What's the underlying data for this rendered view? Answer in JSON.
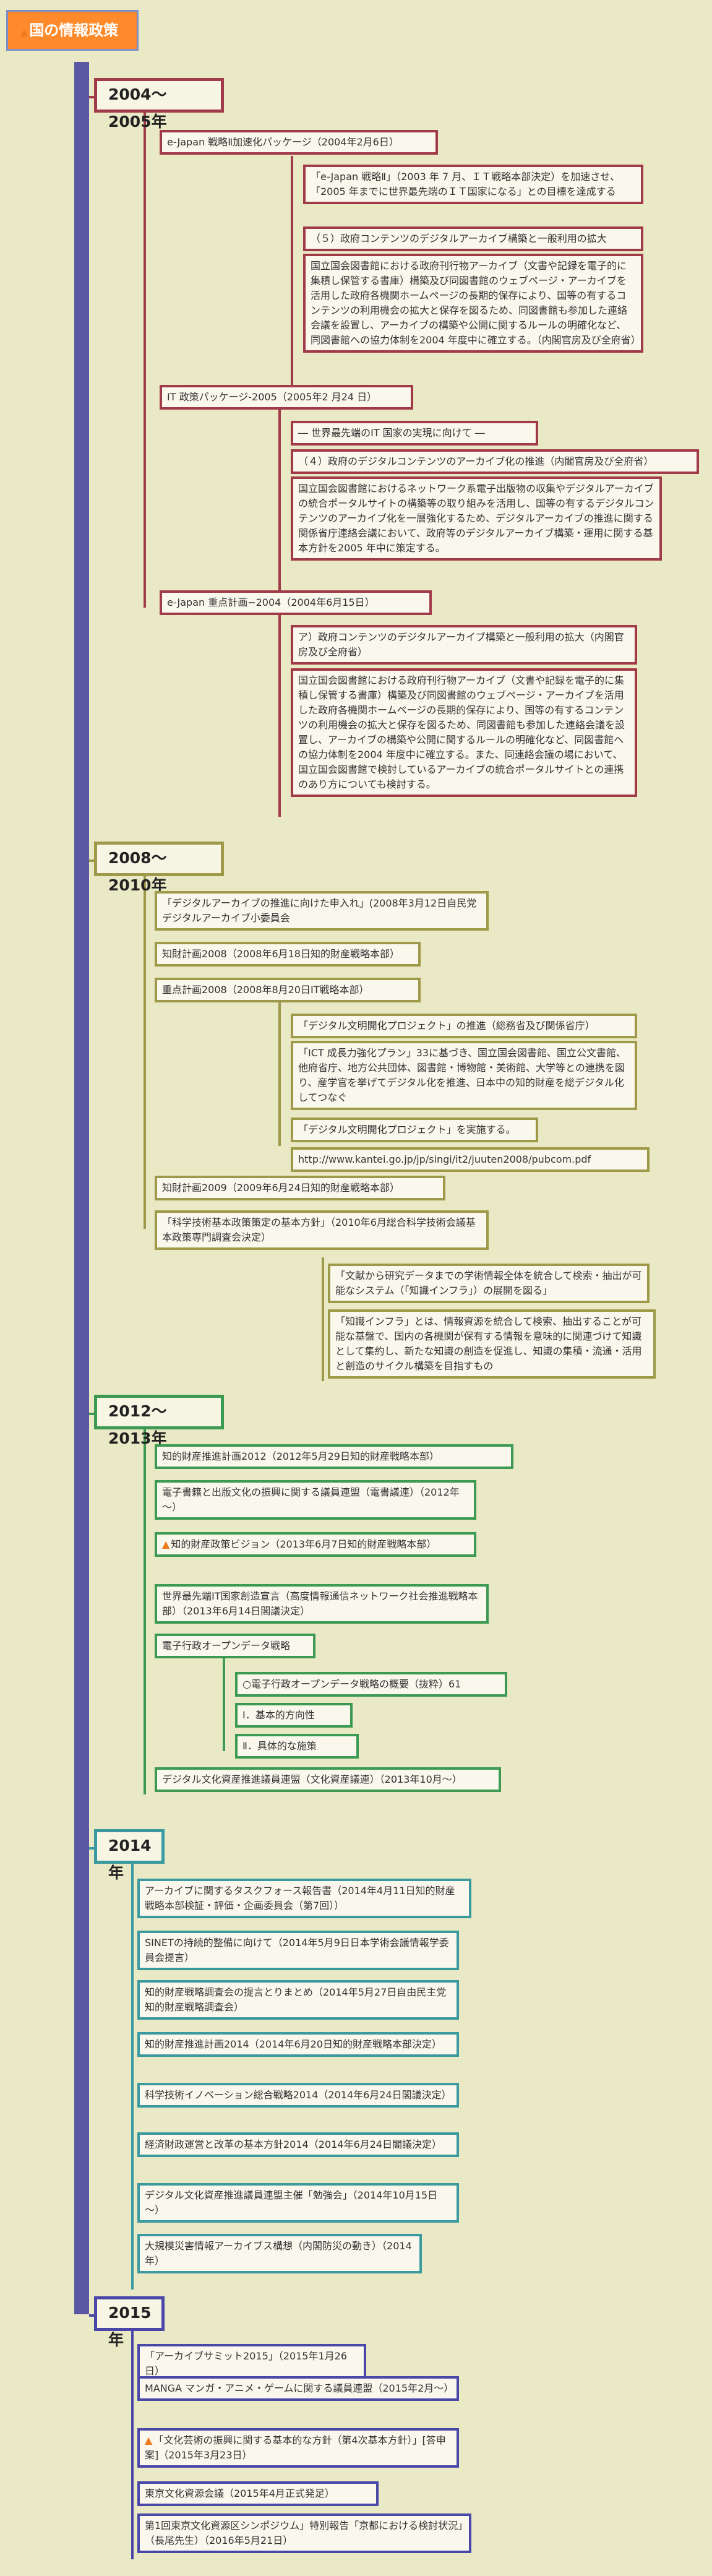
{
  "root": {
    "label": "国の情報政策"
  },
  "sections": [
    {
      "label": "2004～2005年",
      "color": "#a23b49"
    },
    {
      "label": "2008～2010年",
      "color": "#9e9a4a"
    },
    {
      "label": "2012～2013年",
      "color": "#3c9a52"
    },
    {
      "label": "2014年",
      "color": "#3b9aa0"
    },
    {
      "label": "2015年",
      "color": "#4a47a8"
    }
  ],
  "nodes": [
    "e-Japan 戦略Ⅱ加速化パッケージ（2004年2月6日）",
    "「e-Japan 戦略Ⅱ」（2003 年 7 月、ＩＴ戦略本部決定）を加速させ、「2005 年までに世界最先端のＩＴ国家になる」との目標を達成する",
    "（５）政府コンテンツのデジタルアーカイブ構築と一般利用の拡大",
    "国立国会図書館における政府刊行物アーカイブ（文書や記録を電子的に集積し保管する書庫）構築及び同図書館のウェブページ・アーカイブを活用した政府各機関ホームページの長期的保存により、国等の有するコンテンツの利用機会の拡大と保存を図るため、同図書館も参加した連絡会議を設置し、アーカイブの構築や公開に関するルールの明確化など、同図書館への協力体制を2004 年度中に確立する。（内閣官房及び全府省）",
    "IT 政策パッケージ-2005（2005年2 月24 日）",
    "― 世界最先端のIT 国家の実現に向けて ―",
    "（４）政府のデジタルコンテンツのアーカイブ化の推進（内閣官房及び全府省）",
    "国立国会図書館におけるネットワーク系電子出版物の収集やデジタルアーカイブの統合ポータルサイトの構築等の取り組みを活用し、国等の有するデジタルコンテンツのアーカイブ化を一層強化するため、デジタルアーカイブの推進に関する関係省庁連絡会議において、政府等のデジタルアーカイブ構築・運用に関する基本方針を2005 年中に策定する。",
    "e-Japan 重点計画−2004（2004年6月15日）",
    "ア）政府コンテンツのデジタルアーカイブ構築と一般利用の拡大（内閣官房及び全府省）",
    "国立国会図書館における政府刊行物アーカイブ（文書や記録を電子的に集積し保管する書庫）構築及び同図書館のウェブページ・アーカイブを活用した政府各機関ホームページの長期的保存により、国等の有するコンテンツの利用機会の拡大と保存を図るため、同図書館も参加した連絡会議を設置し、アーカイブの構築や公開に関するルールの明確化など、同図書館への協力体制を2004 年度中に確立する。また、同連絡会議の場において、国立国会図書館で検討しているアーカイブの統合ポータルサイトとの連携のあり方についても検討する。",
    "「デジタルアーカイブの推進に向けた申入れ」(2008年3月12日自民党デジタルアーカイブ小委員会",
    "知財計画2008（2008年6月18日知的財産戦略本部）",
    "重点計画2008（2008年8月20日IT戦略本部）",
    "「デジタル文明開化プロジェクト」の推進（総務省及び関係省庁）",
    "「ICT 成長力強化プラン」33に基づき、国立国会図書館、国立公文書館、他府省庁、地方公共団体、図書館・博物館・美術館、大学等との連携を図り、産学官を挙げてデジタル化を推進、日本中の知的財産を総デジタル化してつなぐ",
    "「デジタル文明開化プロジェクト」を実施する。",
    "http://www.kantei.go.jp/jp/singi/it2/juuten2008/pubcom.pdf",
    "知財計画2009（2009年6月24日知的財産戦略本部）",
    "「科学技術基本政策策定の基本方針」（2010年6月総合科学技術会議基本政策専門調査会決定）",
    "「文献から研究データまでの学術情報全体を統合して検索・抽出が可能なシステム（「知識インフラ」）の展開を図る」",
    "「知識インフラ」とは、情報資源を統合して検索、抽出することが可能な基盤で、国内の各機関が保有する情報を意味的に関連づけて知識として集約し、新たな知識の創造を促進し、知識の集積・流通・活用と創造のサイクル構築を目指すもの",
    "知的財産推進計画2012（2012年5月29日知的財産戦略本部）",
    "電子書籍と出版文化の振興に関する議員連盟（電書議連）（2012年～）",
    "知的財産政策ビジョン（2013年6月7日知的財産戦略本部）",
    "世界最先端IT国家創造宣言（高度情報通信ネットワーク社会推進戦略本部）（2013年6月14日閣議決定）",
    "電子行政オープンデータ戦略",
    "○電子行政オープンデータ戦略の概要（抜粋）61",
    "Ⅰ．基本的方向性",
    "Ⅱ．具体的な施策",
    "デジタル文化資産推進議員連盟（文化資産議連）（2013年10月～）",
    "アーカイブに関するタスクフォース報告書（2014年4月11日知的財産戦略本部検証・評価・企画委員会（第7回））",
    "SINETの持続的整備に向けて（2014年5月9日日本学術会議情報学委員会提言）",
    "知的財産戦略調査会の提言とりまとめ（2014年5月27日自由民主党知的財産戦略調査会）",
    "知的財産推進計画2014（2014年6月20日知的財産戦略本部決定）",
    "科学技術イノベーション総合戦略2014（2014年6月24日閣議決定）",
    "経済財政運営と改革の基本方針2014（2014年6月24日閣議決定）",
    "デジタル文化資産推進議員連盟主催「勉強会」（2014年10月15日～）",
    "大規模災害情報アーカイブス構想（内閣防災の動き）（2014年）",
    "「アーカイブサミット2015」（2015年1月26日）",
    "MANGA マンガ・アニメ・ゲームに関する議員連盟（2015年2月～）",
    "「文化芸術の振興に関する基本的な方針（第4次基本方針）」[答申案]（2015年3月23日）",
    "東京文化資源会議（2015年4月正式発足）",
    "第1回東京文化資源区シンポジウム」特別報告「京都における検討状況」（長尾先生）（2016年5月21日）"
  ]
}
